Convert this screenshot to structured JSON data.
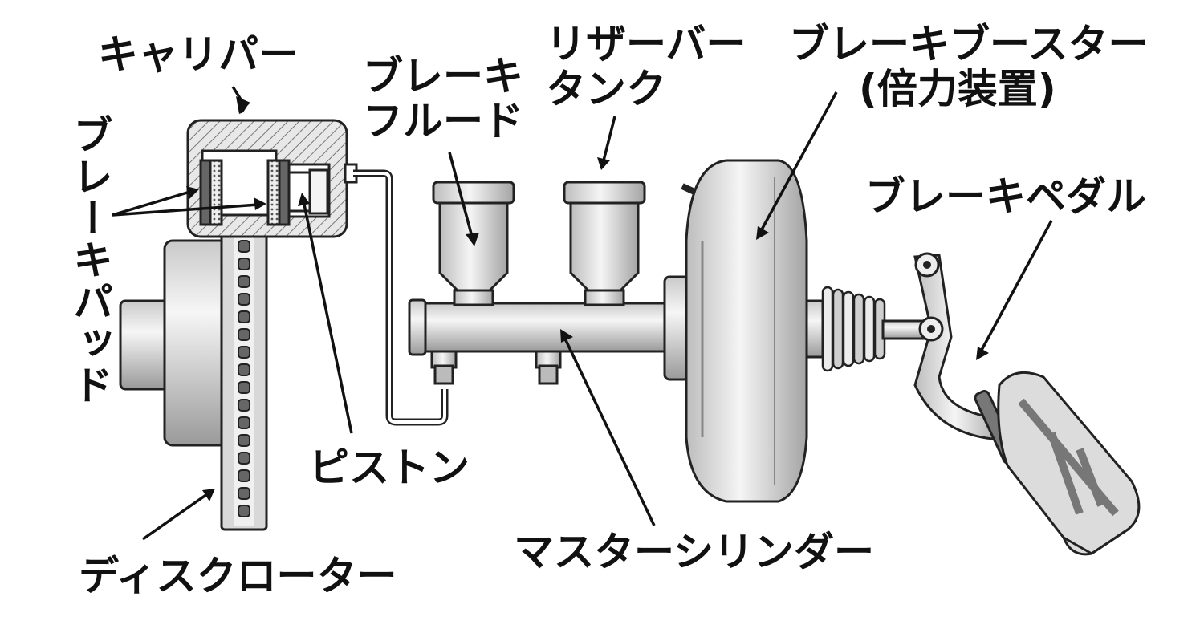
{
  "labels": {
    "caliper": "キャリパー",
    "brake_pad": "ブレーキパッド",
    "brake_fluid_line1": "ブレーキ",
    "brake_fluid_line2": "フルード",
    "reservoir_line1": "リザーバー",
    "reservoir_line2": "タンク",
    "booster_line1": "ブレーキブースター",
    "booster_line2": "(倍力装置)",
    "brake_pedal": "ブレーキペダル",
    "piston": "ピストン",
    "master_cylinder": "マスターシリンダー",
    "disc_rotor": "ディスクローター"
  }
}
